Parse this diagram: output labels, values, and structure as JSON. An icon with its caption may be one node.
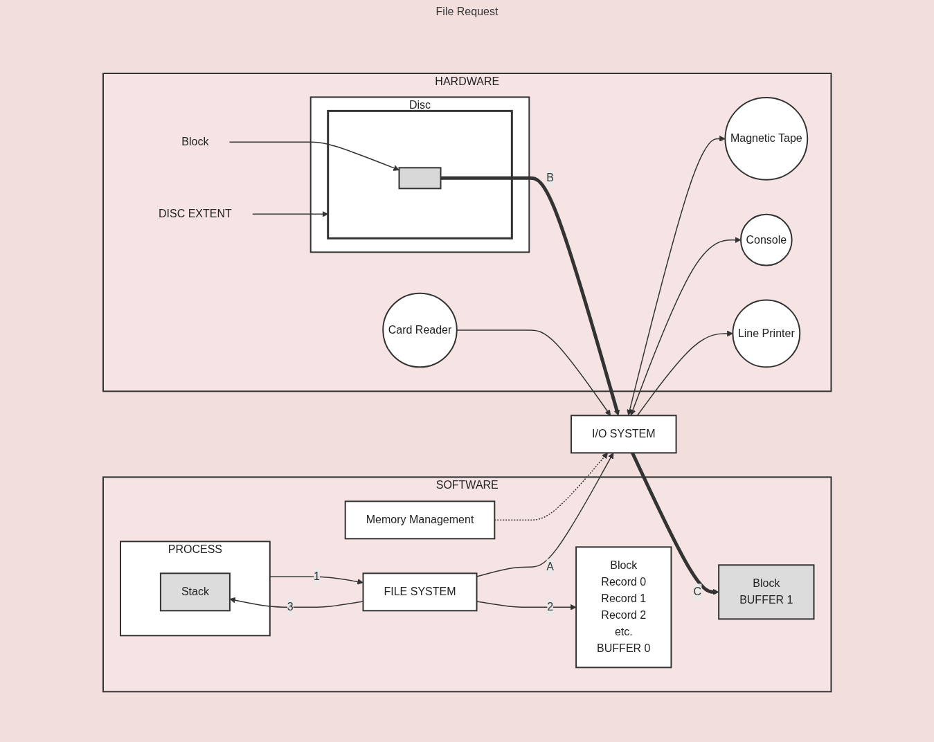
{
  "diagram": {
    "nodes": [
      {
        "text": [
          "SOFTWARE"
        ]
      },
      {
        "text": [
          "HARDWARE"
        ]
      },
      {
        "text": [
          "PROCESS"
        ],
        "in": 0
      },
      {
        "text": [
          "Stack"
        ],
        "in": 2
      },
      {
        "text": [
          "Memory Management"
        ],
        "in": 0
      },
      {
        "text": [
          "FILE SYSTEM"
        ],
        "in": 0
      },
      {
        "text": [
          "I/O SYSTEM"
        ]
      },
      {
        "text": [
          "Block",
          "Record 0",
          "Record 1",
          "Record 2",
          "etc.",
          "BUFFER 0"
        ],
        "in": 0
      },
      {
        "text": [
          "Block",
          "BUFFER 1"
        ],
        "in": 0
      },
      {
        "text": [
          "Magnetic Tape"
        ],
        "in": 1
      },
      {
        "text": [
          "Console"
        ],
        "in": 1
      },
      {
        "text": [
          "DISC EXTENT"
        ],
        "in": 1
      },
      {
        "text": [
          "Disc"
        ],
        "in": 1
      },
      {
        "text": [],
        "shape": "bar",
        "in": 12
      },
      {
        "text": [
          "Block"
        ],
        "in": 1
      },
      {
        "text": [],
        "shape": "box",
        "in": 13
      },
      {
        "text": [
          "Card Reader"
        ],
        "in": 1
      },
      {
        "text": [
          "Line Printer"
        ],
        "in": 1
      }
    ],
    "edges": [
      {
        "from": 2,
        "to": 5,
        "arrow": "to",
        "label": "1"
      },
      {
        "from": 5,
        "to": 3,
        "arrow": "to",
        "label": "3"
      },
      {
        "from": 4,
        "to": 6,
        "arrow": "to",
        "style": "dashed"
      },
      {
        "from": 5,
        "to": 6,
        "arrow": "to",
        "label": "A"
      },
      {
        "from": 5,
        "to": 7,
        "arrow": "to",
        "label": "2"
      },
      {
        "from": 6,
        "to": 8,
        "arrow": "to",
        "style": "thick",
        "label": "C"
      },
      {
        "from": 6,
        "to": 9,
        "arrow": "both"
      },
      {
        "from": 6,
        "to": 10,
        "arrow": "both"
      },
      {
        "from": 15,
        "to": 6,
        "arrow": "to",
        "style": "thick",
        "label": "B"
      },
      {
        "from": 11,
        "to": 13,
        "arrow": "to"
      },
      {
        "from": 14,
        "to": 15,
        "arrow": "to"
      },
      {
        "from": 16,
        "to": 6,
        "arrow": "to"
      },
      {
        "from": 6,
        "to": 17,
        "arrow": "to"
      }
    ],
    "labels": [
      "File Request"
    ]
  }
}
